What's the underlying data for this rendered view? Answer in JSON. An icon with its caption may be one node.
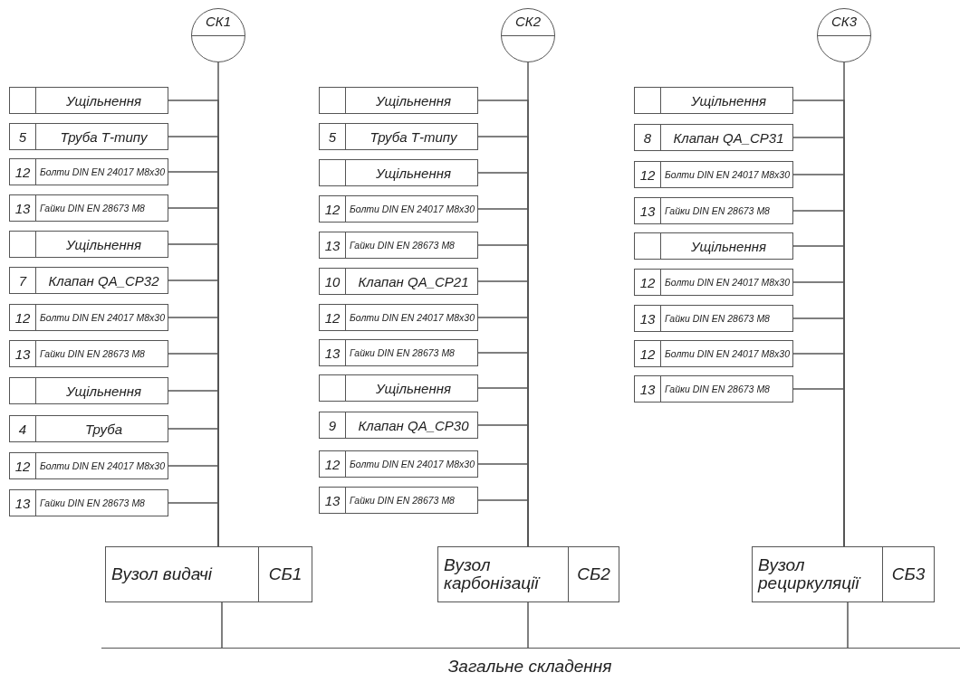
{
  "diagram": {
    "caption": "Загальне складення",
    "nodes": [
      {
        "text": [
          "СК1"
        ]
      },
      {
        "text": [
          "Ущільнення"
        ]
      },
      {
        "text": [
          "5",
          "Труба Т-типу"
        ]
      },
      {
        "text": [
          "12",
          "Болти DIN EN 24017 M8x30"
        ]
      },
      {
        "text": [
          "13",
          "Гайки DIN EN 28673 M8"
        ]
      },
      {
        "text": [
          "Ущільнення"
        ]
      },
      {
        "text": [
          "7",
          "Клапан QA_CP32"
        ]
      },
      {
        "text": [
          "12",
          "Болти DIN EN 24017 M8x30"
        ]
      },
      {
        "text": [
          "13",
          "Гайки DIN EN 28673 M8"
        ]
      },
      {
        "text": [
          "Ущільнення"
        ]
      },
      {
        "text": [
          "4",
          "Труба"
        ]
      },
      {
        "text": [
          "12",
          "Болти DIN EN 24017 M8x30"
        ]
      },
      {
        "text": [
          "13",
          "Гайки DIN EN 28673 M8"
        ]
      },
      {
        "text": [
          "Вузол видачі",
          "СБ1"
        ]
      },
      {
        "text": [
          "СК2"
        ]
      },
      {
        "text": [
          "Ущільнення"
        ]
      },
      {
        "text": [
          "5",
          "Труба Т-типу"
        ]
      },
      {
        "text": [
          "Ущільнення"
        ]
      },
      {
        "text": [
          "12",
          "Болти DIN EN 24017 M8x30"
        ]
      },
      {
        "text": [
          "13",
          "Гайки DIN EN 28673 M8"
        ]
      },
      {
        "text": [
          "10",
          "Клапан QA_CP21"
        ]
      },
      {
        "text": [
          "12",
          "Болти DIN EN 24017 M8x30"
        ]
      },
      {
        "text": [
          "13",
          "Гайки DIN EN 28673 M8"
        ]
      },
      {
        "text": [
          "Ущільнення"
        ]
      },
      {
        "text": [
          "9",
          "Клапан QA_CP30"
        ]
      },
      {
        "text": [
          "12",
          "Болти DIN EN 24017 M8x30"
        ]
      },
      {
        "text": [
          "13",
          "Гайки DIN EN 28673 M8"
        ]
      },
      {
        "text": [
          "Вузол карбонізації",
          "СБ2"
        ]
      },
      {
        "text": [
          "СК3"
        ]
      },
      {
        "text": [
          "Ущільнення"
        ]
      },
      {
        "text": [
          "8",
          "Клапан QA_CP31"
        ]
      },
      {
        "text": [
          "12",
          "Болти DIN EN 24017 M8x30"
        ]
      },
      {
        "text": [
          "13",
          "Гайки DIN EN 28673 M8"
        ]
      },
      {
        "text": [
          "Ущільнення"
        ]
      },
      {
        "text": [
          "12",
          "Болти DIN EN 24017 M8x30"
        ]
      },
      {
        "text": [
          "13",
          "Гайки DIN EN 28673 M8"
        ]
      },
      {
        "text": [
          "12",
          "Болти DIN EN 24017 M8x30"
        ]
      },
      {
        "text": [
          "13",
          "Гайки DIN EN 28673 M8"
        ]
      },
      {
        "text": [
          "Вузол рециркуляції",
          "СБ3"
        ]
      },
      {
        "text": [],
        "shape": "bar"
      }
    ],
    "edges": [
      {
        "from": 0,
        "to": 13,
        "arrow": "none"
      },
      {
        "from": 1,
        "to": 13,
        "arrow": "none"
      },
      {
        "from": 2,
        "to": 13,
        "arrow": "none"
      },
      {
        "from": 3,
        "to": 13,
        "arrow": "none"
      },
      {
        "from": 4,
        "to": 13,
        "arrow": "none"
      },
      {
        "from": 5,
        "to": 13,
        "arrow": "none"
      },
      {
        "from": 6,
        "to": 13,
        "arrow": "none"
      },
      {
        "from": 7,
        "to": 13,
        "arrow": "none"
      },
      {
        "from": 8,
        "to": 13,
        "arrow": "none"
      },
      {
        "from": 9,
        "to": 13,
        "arrow": "none"
      },
      {
        "from": 10,
        "to": 13,
        "arrow": "none"
      },
      {
        "from": 11,
        "to": 13,
        "arrow": "none"
      },
      {
        "from": 12,
        "to": 13,
        "arrow": "none"
      },
      {
        "from": 14,
        "to": 27,
        "arrow": "none"
      },
      {
        "from": 15,
        "to": 27,
        "arrow": "none"
      },
      {
        "from": 16,
        "to": 27,
        "arrow": "none"
      },
      {
        "from": 17,
        "to": 27,
        "arrow": "none"
      },
      {
        "from": 18,
        "to": 27,
        "arrow": "none"
      },
      {
        "from": 19,
        "to": 27,
        "arrow": "none"
      },
      {
        "from": 20,
        "to": 27,
        "arrow": "none"
      },
      {
        "from": 21,
        "to": 27,
        "arrow": "none"
      },
      {
        "from": 22,
        "to": 27,
        "arrow": "none"
      },
      {
        "from": 23,
        "to": 27,
        "arrow": "none"
      },
      {
        "from": 24,
        "to": 27,
        "arrow": "none"
      },
      {
        "from": 25,
        "to": 27,
        "arrow": "none"
      },
      {
        "from": 26,
        "to": 27,
        "arrow": "none"
      },
      {
        "from": 28,
        "to": 38,
        "arrow": "none"
      },
      {
        "from": 29,
        "to": 38,
        "arrow": "none"
      },
      {
        "from": 30,
        "to": 38,
        "arrow": "none"
      },
      {
        "from": 31,
        "to": 38,
        "arrow": "none"
      },
      {
        "from": 32,
        "to": 38,
        "arrow": "none"
      },
      {
        "from": 33,
        "to": 38,
        "arrow": "none"
      },
      {
        "from": 34,
        "to": 38,
        "arrow": "none"
      },
      {
        "from": 35,
        "to": 38,
        "arrow": "none"
      },
      {
        "from": 36,
        "to": 38,
        "arrow": "none"
      },
      {
        "from": 37,
        "to": 38,
        "arrow": "none"
      },
      {
        "from": 13,
        "to": 39,
        "arrow": "none"
      },
      {
        "from": 27,
        "to": 39,
        "arrow": "none"
      },
      {
        "from": 38,
        "to": 39,
        "arrow": "none"
      }
    ]
  }
}
